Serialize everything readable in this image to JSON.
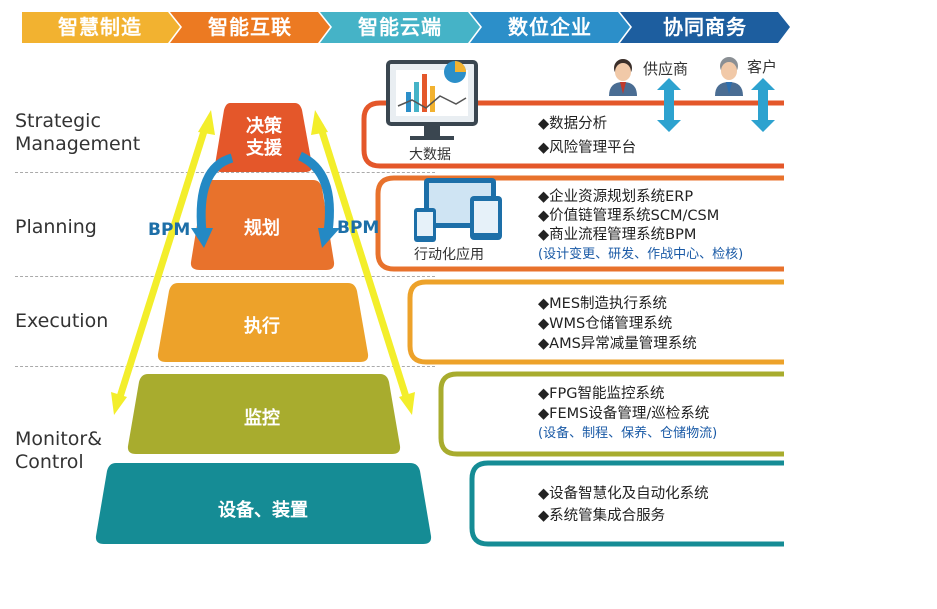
{
  "banner": {
    "steps": [
      {
        "label": "智慧制造",
        "color": "#f2b230"
      },
      {
        "label": "智能互联",
        "color": "#ec7a22"
      },
      {
        "label": "智能云端",
        "color": "#45b3c7"
      },
      {
        "label": "数位企业",
        "color": "#2c8fc9"
      },
      {
        "label": "协同商务",
        "color": "#1d5e9f"
      }
    ]
  },
  "levels": [
    {
      "label": "Strategic\nManagement"
    },
    {
      "label": "Planning"
    },
    {
      "label": "Execution"
    },
    {
      "label": "Monitor&\nControl"
    }
  ],
  "pyramid": {
    "tiers": [
      {
        "label": "决策\n支援",
        "color": "#e4572a"
      },
      {
        "label": "规划",
        "color": "#e8722c"
      },
      {
        "label": "执行",
        "color": "#eda22a"
      },
      {
        "label": "监控",
        "color": "#a8ac2e"
      },
      {
        "label": "设备、装置",
        "color": "#158c95"
      }
    ],
    "bpm_left": "BPM",
    "bpm_right": "BPM"
  },
  "icons": {
    "bigdata_label": "大数据",
    "mobile_label": "行动化应用",
    "supplier_label": "供应商",
    "customer_label": "客户"
  },
  "panels": [
    {
      "color": "#e4572a",
      "items": [
        "◆数据分析",
        "◆风险管理平台"
      ],
      "note": ""
    },
    {
      "color": "#e8722c",
      "items": [
        "◆企业资源规划系统ERP",
        "◆价值链管理系统SCM/CSM",
        "◆商业流程管理系统BPM"
      ],
      "note": "(设计变更、研发、作战中心、检核)"
    },
    {
      "color": "#eda22a",
      "items": [
        "◆MES制造执行系统",
        "◆WMS仓储管理系统",
        "◆AMS异常减量管理系统"
      ],
      "note": ""
    },
    {
      "color": "#a8ac2e",
      "items": [
        "◆FPG智能监控系统",
        "◆FEMS设备管理/巡检系统"
      ],
      "note": "(设备、制程、保养、仓储物流)"
    },
    {
      "color": "#158c95",
      "items": [
        "◆设备智慧化及自动化系统",
        "◆系统管集成合服务"
      ],
      "note": ""
    }
  ]
}
